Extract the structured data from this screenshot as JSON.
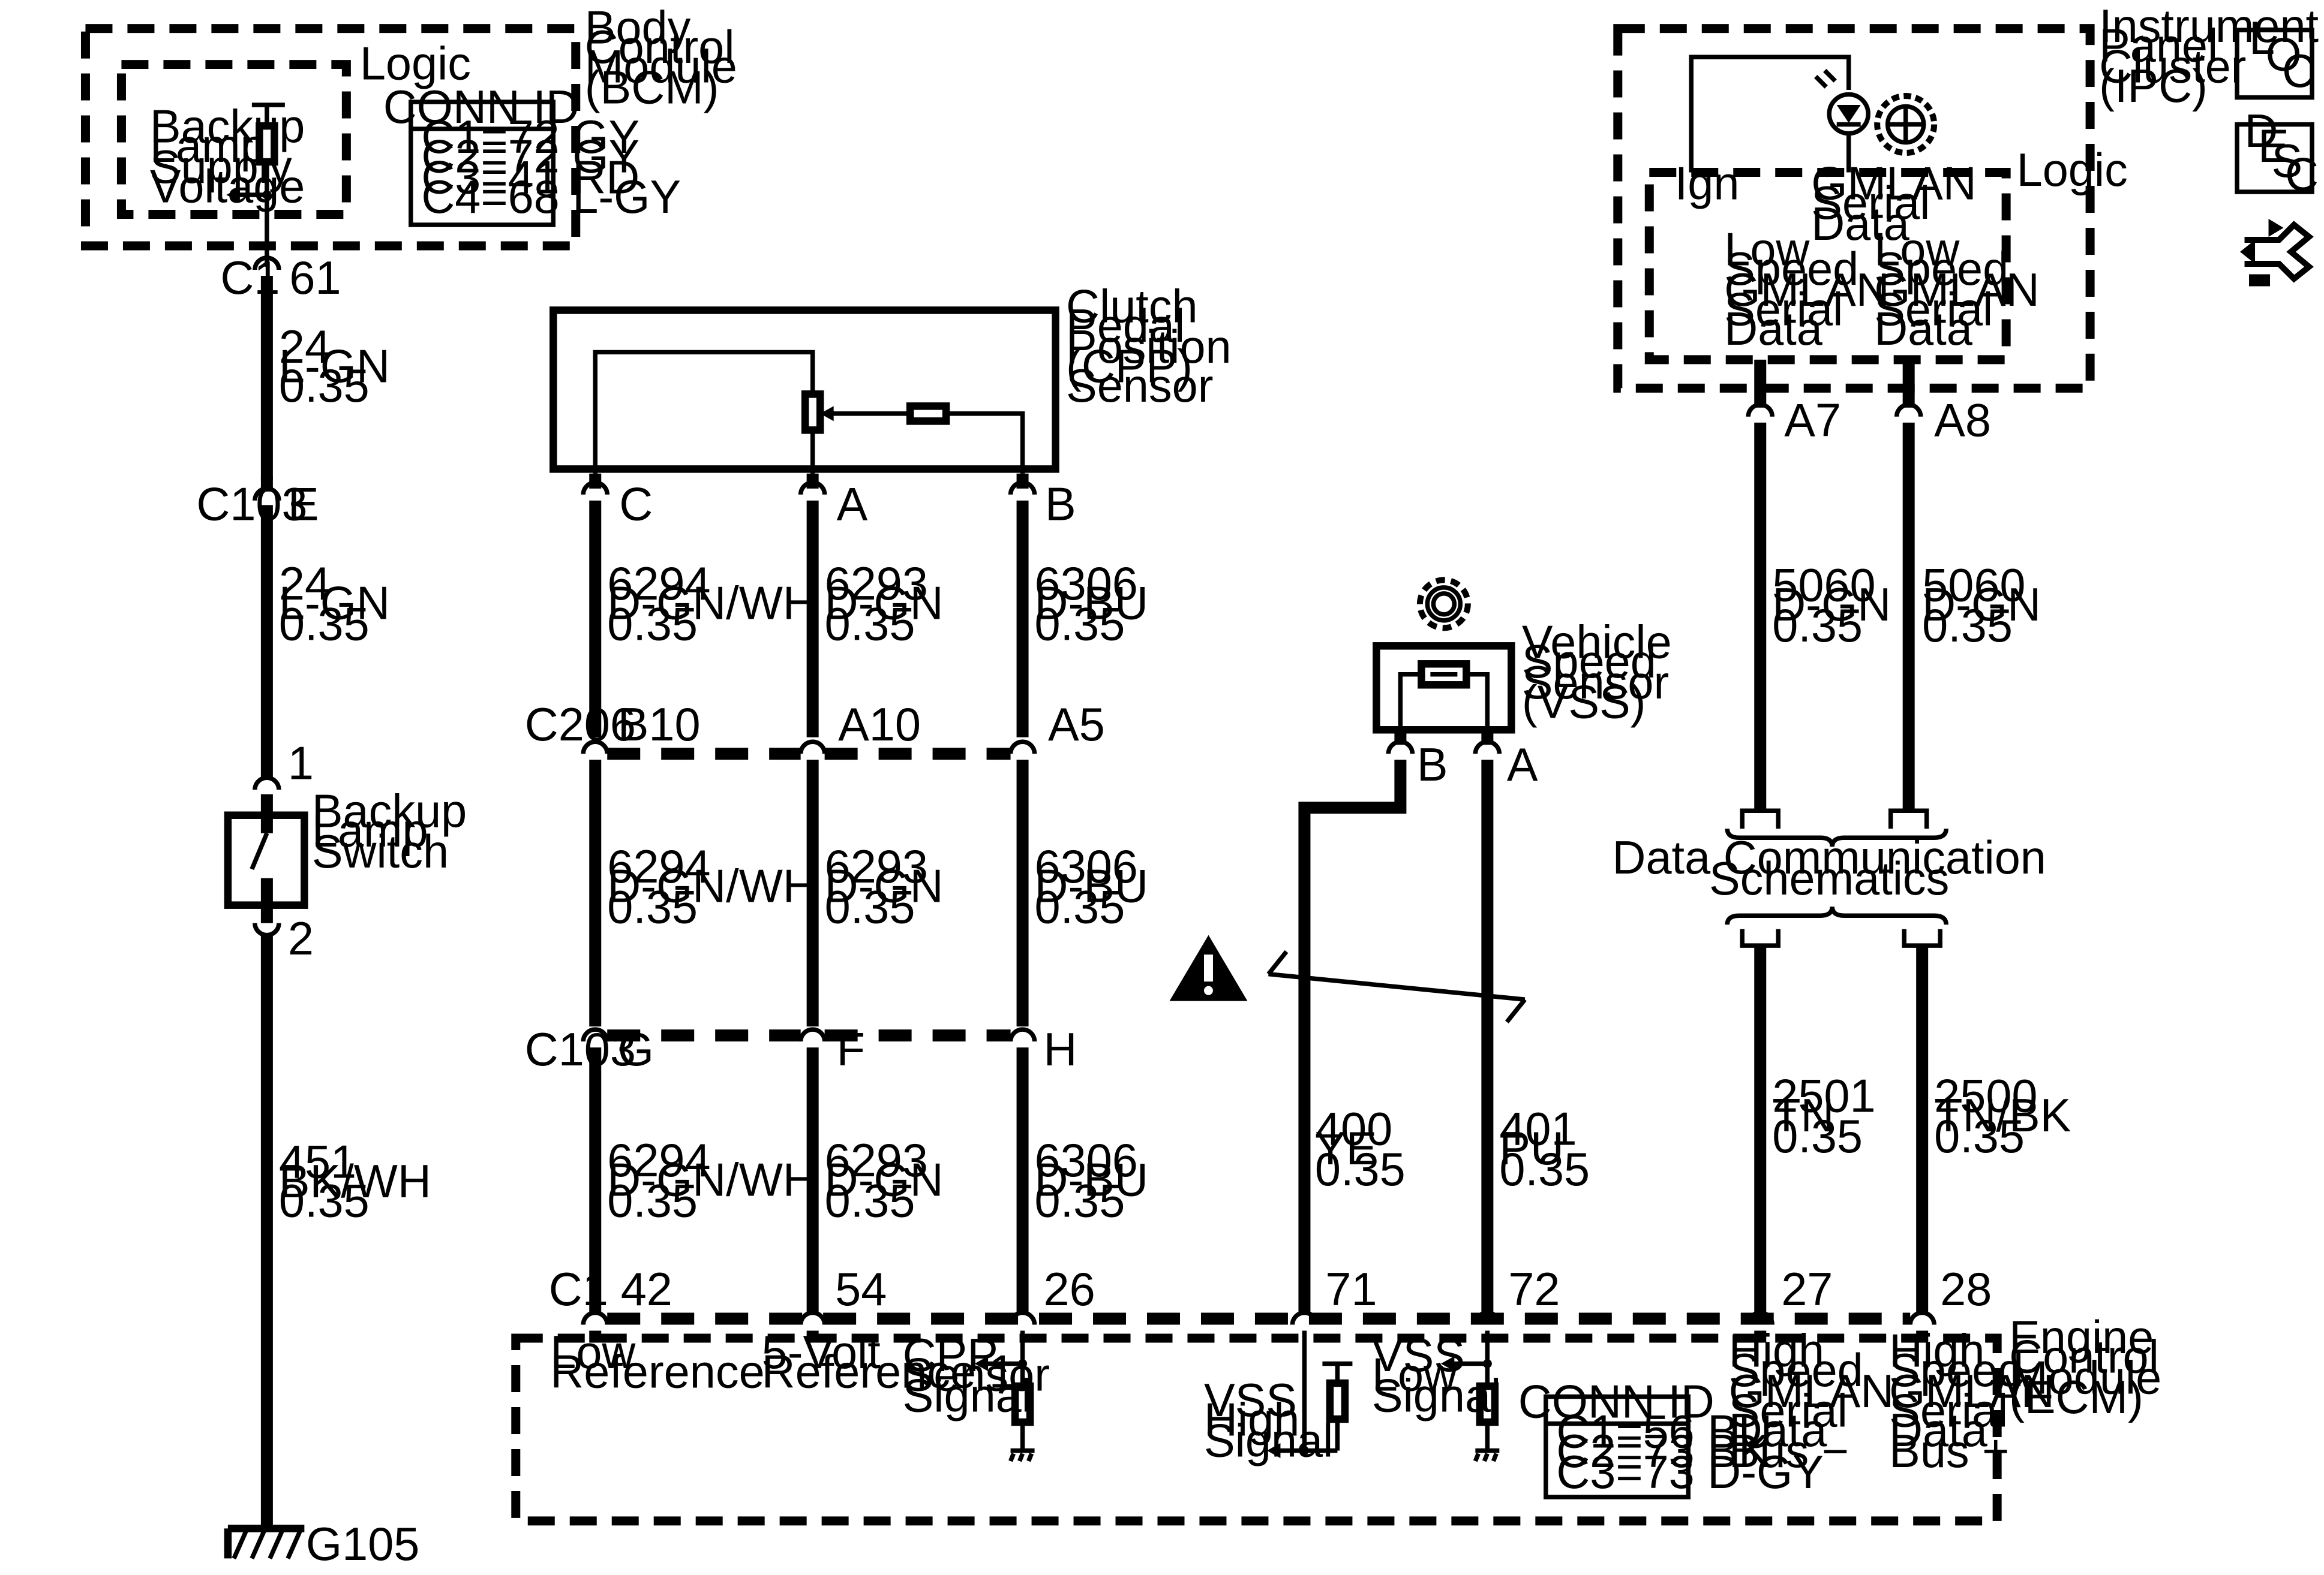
{
  "bcm": {
    "title_lines": [
      "Body",
      "Control",
      "Module",
      "(BCM)"
    ],
    "logic": "Logic",
    "supply_lines": [
      "Backup",
      "Lamp",
      "Supply",
      "Voltage"
    ],
    "conn_header": "CONN ID",
    "conn_lines": [
      "C1=72 GY",
      "C2=72 GY",
      "C3=41 RD",
      "C4=68 L-GY"
    ]
  },
  "backup": {
    "c1": "C1",
    "c1_pin": "61",
    "w1": [
      "24",
      "L-GN",
      "0.35"
    ],
    "c103": "C103",
    "c103_pin": "E",
    "w2": [
      "24",
      "L-GN",
      "0.35"
    ],
    "pin1": "1",
    "switch_lines": [
      "Backup",
      "Lamp",
      "Switch"
    ],
    "pin2": "2",
    "w3": [
      "451",
      "BK/WH",
      "0.35"
    ],
    "ground": "G105"
  },
  "cpp": {
    "title_lines": [
      "Clutch",
      "Pedal",
      "Position",
      "(CPP)",
      "Sensor"
    ],
    "pins": [
      "C",
      "A",
      "B"
    ],
    "wires_top": [
      [
        "6294",
        "D-GN/WH",
        "0.35"
      ],
      [
        "6293",
        "D-GN",
        "0.35"
      ],
      [
        "6306",
        "D-BU",
        "0.35"
      ]
    ],
    "c206": "C206",
    "c206_pins": [
      "B10",
      "A10",
      "A5"
    ],
    "wires_mid": [
      [
        "6294",
        "D-GN/WH",
        "0.35"
      ],
      [
        "6293",
        "D-GN",
        "0.35"
      ],
      [
        "6306",
        "D-BU",
        "0.35"
      ]
    ],
    "c103": "C103",
    "c103_pins": [
      "G",
      "F",
      "H"
    ],
    "wires_bot": [
      [
        "6294",
        "D-GN/WH",
        "0.35"
      ],
      [
        "6293",
        "D-GN",
        "0.35"
      ],
      [
        "6306",
        "D-BU",
        "0.35"
      ]
    ]
  },
  "vss": {
    "title_lines": [
      "Vehicle",
      "Speed",
      "Sensor",
      "(VSS)"
    ],
    "pins": [
      "B",
      "A"
    ],
    "wires": [
      [
        "400",
        "YE",
        "0.35"
      ],
      [
        "401",
        "PU",
        "0.35"
      ]
    ]
  },
  "ipc": {
    "title_lines": [
      "Instrument",
      "Panel",
      "Cluster",
      "(IPC)"
    ],
    "logic": "Logic",
    "ign": "Ign",
    "gmlan_lines": [
      "GMLAN",
      "Serial",
      "Data"
    ],
    "ls_left": [
      "Low",
      "Speed",
      "GMLAN",
      "Serial",
      "Data"
    ],
    "ls_right": [
      "Low",
      "Speed",
      "GMLAN",
      "Serial",
      "Data"
    ],
    "pins": [
      "A7",
      "A8"
    ],
    "wires": [
      [
        "5060",
        "D-GN",
        "0.35"
      ],
      [
        "5060",
        "D-GN",
        "0.35"
      ]
    ]
  },
  "dcs": {
    "lines": [
      "Data Communication",
      "Schematics"
    ],
    "wires": [
      [
        "2501",
        "TN",
        "0.35"
      ],
      [
        "2500",
        "TN/BK",
        "0.35"
      ]
    ]
  },
  "ecm": {
    "title_lines": [
      "Engine",
      "Control",
      "Module",
      "(ECM)"
    ],
    "c1": "C1",
    "pins": [
      "42",
      "54",
      "26",
      "71",
      "72",
      "27",
      "28"
    ],
    "low_ref": [
      "Low",
      "Reference"
    ],
    "ref5v": [
      "5-Volt",
      "Reference 1"
    ],
    "cpp_signal": [
      "CPP",
      "Sensor",
      "Signal"
    ],
    "vss_high": [
      "VSS",
      "High",
      "Signal"
    ],
    "vss_low": [
      "VSS",
      "Low",
      "Signal"
    ],
    "hs_minus": [
      "High",
      "Speed",
      "GMLAN",
      "Serial",
      "Data",
      "Bus −"
    ],
    "hs_plus": [
      "High",
      "Speed",
      "GMLAN",
      "Serial",
      "Data",
      "Bus +"
    ],
    "conn_header": "CONN ID",
    "conn_lines": [
      "C1=56 BU",
      "C2=73 BK",
      "C3=73 D-GY"
    ]
  },
  "side_icons": {
    "loc": [
      "L",
      "O",
      "C"
    ],
    "desc": [
      "D",
      "E",
      "S",
      "C"
    ]
  },
  "icons": [
    "warning-icon",
    "gear-icon",
    "led-icon",
    "gear-icon",
    "loc-icon",
    "desc-icon",
    "tools-icon"
  ]
}
